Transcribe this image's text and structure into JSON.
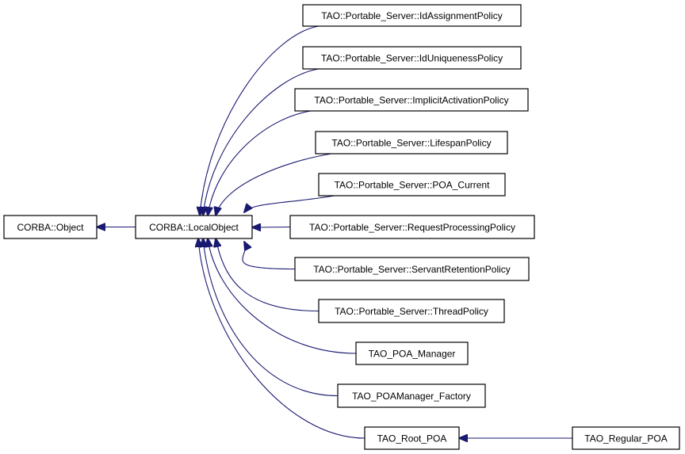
{
  "diagram": {
    "type": "class-inheritance-graph",
    "edge_color": "#191970",
    "nodes": [
      {
        "id": "corba_object",
        "label": "CORBA::Object"
      },
      {
        "id": "corba_localobject",
        "label": "CORBA::LocalObject"
      },
      {
        "id": "id_assignment",
        "label": "TAO::Portable_Server::IdAssignmentPolicy"
      },
      {
        "id": "id_uniqueness",
        "label": "TAO::Portable_Server::IdUniquenessPolicy"
      },
      {
        "id": "implicit_activation",
        "label": "TAO::Portable_Server::ImplicitActivationPolicy"
      },
      {
        "id": "lifespan",
        "label": "TAO::Portable_Server::LifespanPolicy"
      },
      {
        "id": "poa_current",
        "label": "TAO::Portable_Server::POA_Current"
      },
      {
        "id": "request_processing",
        "label": "TAO::Portable_Server::RequestProcessingPolicy"
      },
      {
        "id": "servant_retention",
        "label": "TAO::Portable_Server::ServantRetentionPolicy"
      },
      {
        "id": "thread_policy",
        "label": "TAO::Portable_Server::ThreadPolicy"
      },
      {
        "id": "poa_manager",
        "label": "TAO_POA_Manager"
      },
      {
        "id": "poamanager_factory",
        "label": "TAO_POAManager_Factory"
      },
      {
        "id": "root_poa",
        "label": "TAO_Root_POA"
      },
      {
        "id": "regular_poa",
        "label": "TAO_Regular_POA"
      }
    ],
    "edges": [
      {
        "from": "corba_localobject",
        "to": "corba_object"
      },
      {
        "from": "id_assignment",
        "to": "corba_localobject"
      },
      {
        "from": "id_uniqueness",
        "to": "corba_localobject"
      },
      {
        "from": "implicit_activation",
        "to": "corba_localobject"
      },
      {
        "from": "lifespan",
        "to": "corba_localobject"
      },
      {
        "from": "poa_current",
        "to": "corba_localobject"
      },
      {
        "from": "request_processing",
        "to": "corba_localobject"
      },
      {
        "from": "servant_retention",
        "to": "corba_localobject"
      },
      {
        "from": "thread_policy",
        "to": "corba_localobject"
      },
      {
        "from": "poa_manager",
        "to": "corba_localobject"
      },
      {
        "from": "poamanager_factory",
        "to": "corba_localobject"
      },
      {
        "from": "root_poa",
        "to": "corba_localobject"
      },
      {
        "from": "regular_poa",
        "to": "root_poa"
      }
    ]
  }
}
